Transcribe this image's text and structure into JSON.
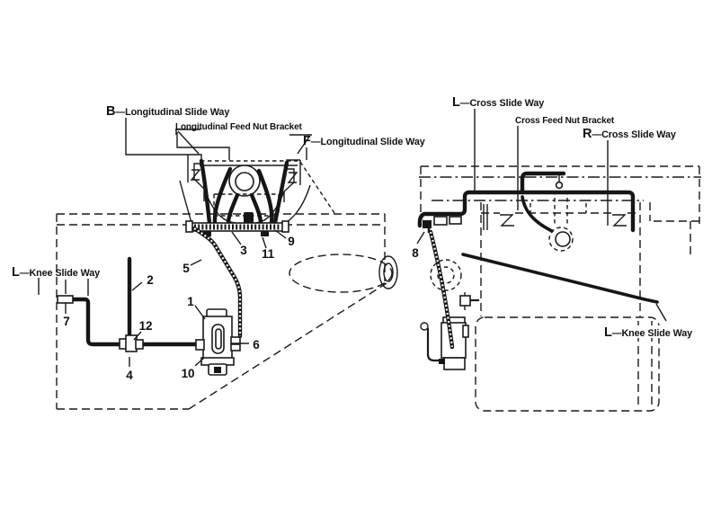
{
  "colors": {
    "background": "#ffffff",
    "ink": "#1a1a1a"
  },
  "left_view": {
    "labels": {
      "b_slide_way": {
        "prefix": "B",
        "text": "—Longitudinal Slide Way"
      },
      "feed_nut_bracket": {
        "text": "Longitudinal Feed Nut Bracket"
      },
      "f_slide_way": {
        "prefix": "F",
        "text": "—Longitudinal Slide Way"
      },
      "knee_slide_way": {
        "prefix": "L",
        "text": "—Knee Slide Way"
      }
    },
    "callouts": [
      "1",
      "2",
      "3",
      "4",
      "5",
      "6",
      "7",
      "9",
      "10",
      "11",
      "12"
    ]
  },
  "right_view": {
    "labels": {
      "l_cross_slide_way": {
        "prefix": "L",
        "text": "—Cross Slide Way"
      },
      "cross_feed_nut_bracket": {
        "text": "Cross Feed Nut Bracket"
      },
      "r_cross_slide_way": {
        "prefix": "R",
        "text": "—Cross Slide Way"
      },
      "knee_slide_way": {
        "prefix": "L",
        "text": "—Knee Slide Way"
      }
    },
    "callouts": [
      "8"
    ]
  }
}
